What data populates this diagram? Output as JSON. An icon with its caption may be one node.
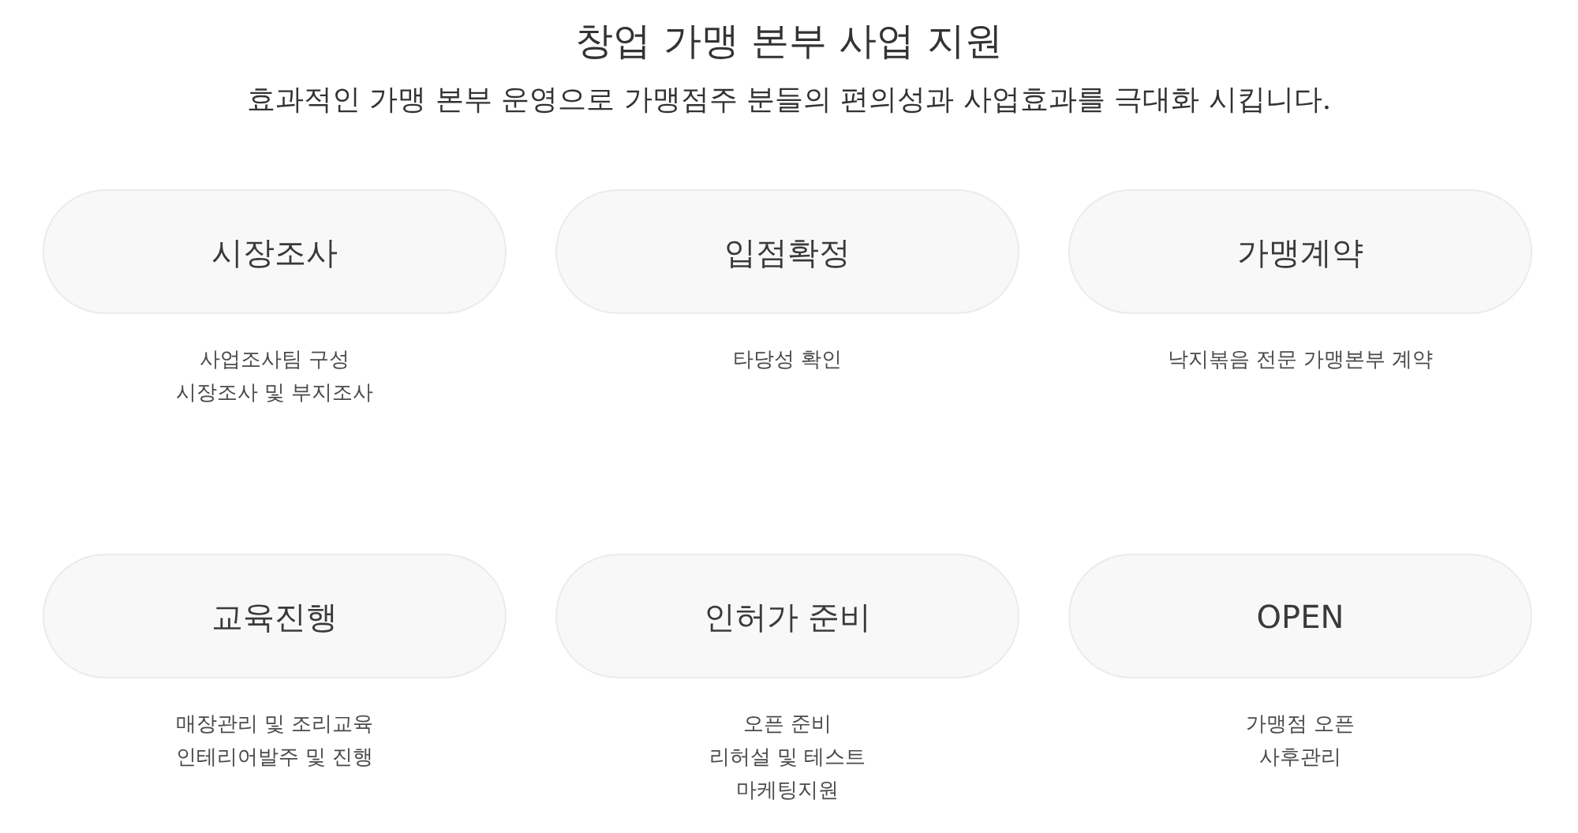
{
  "diagram": {
    "title": "창업 가맹 본부 사업 지원",
    "labels": [
      "효과적인 가맹 본부 운영으로 가맹점주 분들의 편의성과 사업효과를 극대화 시킵니다."
    ],
    "nodes": [
      {
        "text": [
          "시장조사"
        ],
        "beside": [
          "사업조사팀 구성",
          "시장조사 및 부지조사"
        ]
      },
      {
        "text": [
          "입점확정"
        ],
        "beside": [
          "타당성 확인"
        ]
      },
      {
        "text": [
          "가맹계약"
        ],
        "beside": [
          "낙지볶음 전문 가맹본부 계약"
        ]
      },
      {
        "text": [
          "교육진행"
        ],
        "beside": [
          "매장관리 및 조리교육",
          "인테리어발주 및 진행"
        ]
      },
      {
        "text": [
          "인허가 준비"
        ],
        "beside": [
          "오픈 준비",
          "리허설 및 테스트",
          "마케팅지원"
        ]
      },
      {
        "text": [
          "OPEN"
        ],
        "beside": [
          "가맹점 오픈",
          "사후관리"
        ]
      }
    ]
  }
}
